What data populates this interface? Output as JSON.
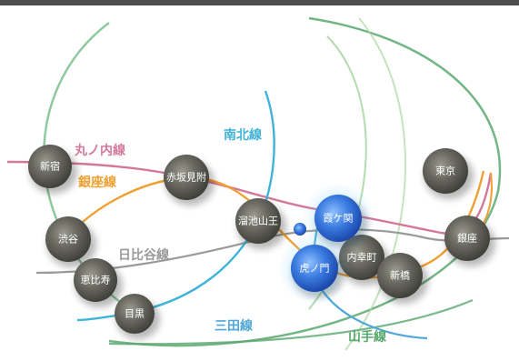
{
  "colors": {
    "background": "#ffffff",
    "top_bar": "#4d4d4d",
    "marunouchi": "#d4789c",
    "ginza": "#f0a030",
    "hibiya": "#9a9a9a",
    "nanboku": "#3fb3d8",
    "mita": "#4fa8d8",
    "yamanote": "#56a86a",
    "chiyoda": "#7aaa8a",
    "station": "#5e5e56",
    "station_highlight": "#2f6fd6"
  },
  "lines": {
    "marunouchi": "丸ノ内線",
    "ginza": "銀座線",
    "hibiya": "日比谷線",
    "nanboku": "南北線",
    "mita": "三田線",
    "yamanote": "山手線"
  },
  "stations": {
    "shinjuku": "新宿",
    "akasaka_mitsuke": "赤坂見附",
    "shibuya": "渋谷",
    "ebisu": "恵比寿",
    "meguro": "目黒",
    "tameike_sanno": "溜池山王",
    "kasumigaseki": "霞ケ関",
    "toranomon": "虎ノ門",
    "uchisaiwaicho": "内幸町",
    "shinbashi": "新橋",
    "ginza": "銀座",
    "tokyo": "東京"
  }
}
